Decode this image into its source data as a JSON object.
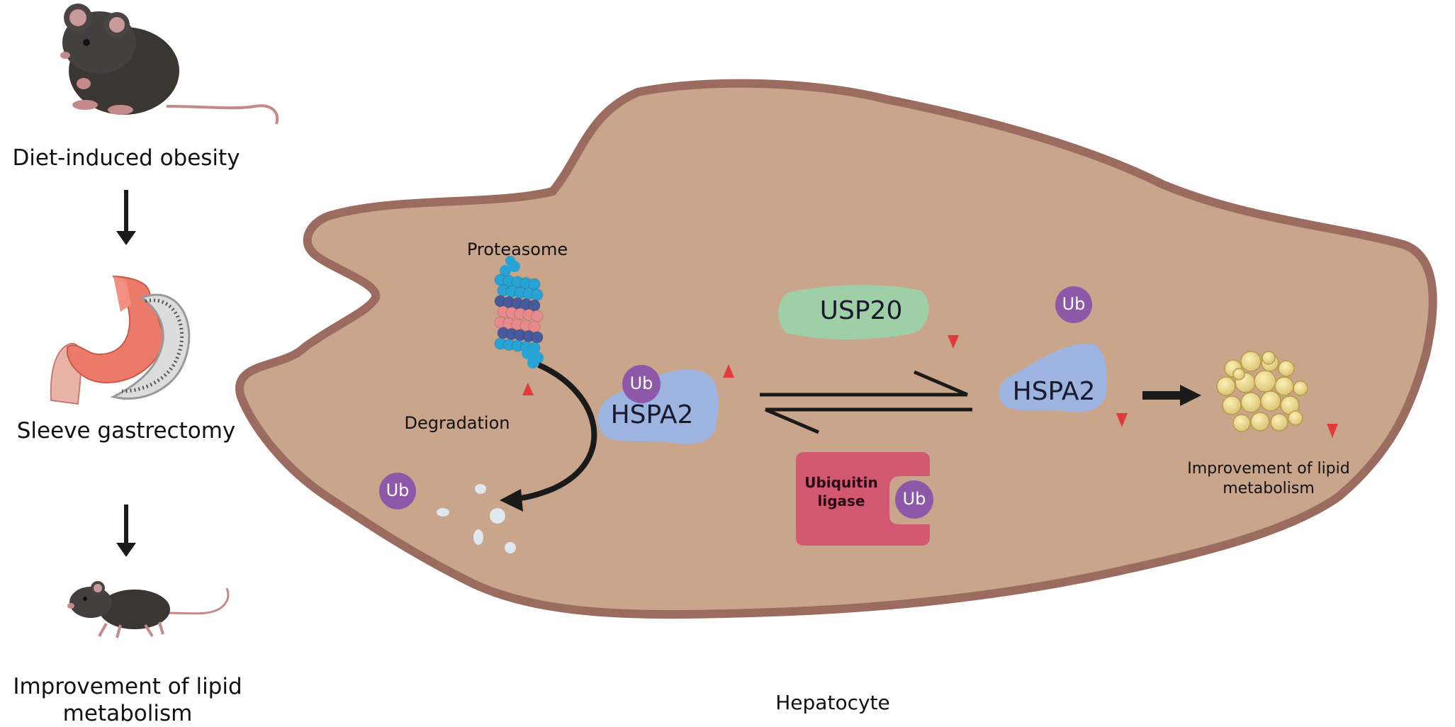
{
  "workflow": {
    "steps": [
      "Diet-induced obesity",
      "Sleeve gastrectomy",
      "Improvement of lipid\nmetabolism"
    ]
  },
  "cell": {
    "label": "Hepatocyte",
    "proteasome": "Proteasome",
    "degradation": "Degradation",
    "ub": "Ub",
    "hspa2": "HSPA2",
    "usp20": "USP20",
    "ubiquitin_ligase": "Ubiquitin\nligase",
    "outcome": "Improvement of lipid\nmetabolism"
  },
  "colors": {
    "cell_fill": "#c9a58c",
    "cell_border": "#9a6b5e",
    "ub_purple": "#8e58a8",
    "hspa2_blue": "#9eb4e0",
    "usp20_green": "#9fcfa7",
    "ligase_red": "#d25770",
    "arrow_red": "#e03a3a",
    "arrow_black": "#1a1a1a"
  }
}
